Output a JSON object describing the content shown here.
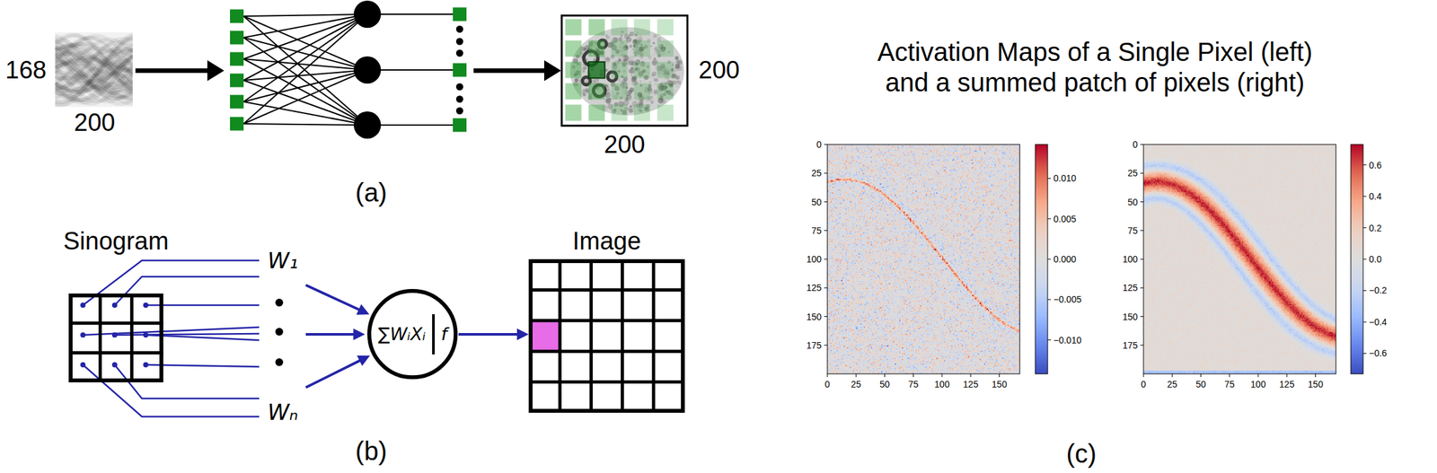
{
  "diagram": {
    "title": "Activation Maps of a Single Pixel (left) and a summed patch of pixels (right)",
    "nodes": [
      {
        "text": [
          "Sinogram"
        ]
      },
      {
        "text": [
          "∑WᵢXᵢ",
          "f"
        ]
      },
      {
        "text": [
          "Image"
        ]
      }
    ],
    "edges": [
      {
        "from": 1,
        "to": 2,
        "arrow": "to"
      }
    ],
    "labels": [
      "168",
      "200",
      "200",
      "200",
      "(a)",
      "W₁",
      "Wₙ",
      "(b)",
      "(c)",
      "0",
      "25",
      "50",
      "75",
      "100",
      "125",
      "150",
      "175",
      "0",
      "25",
      "50",
      "75",
      "100",
      "125",
      "150",
      "0.010",
      "0.005",
      "0.000",
      "−0.005",
      "−0.010",
      "0",
      "25",
      "50",
      "75",
      "100",
      "125",
      "150",
      "175",
      "0",
      "25",
      "50",
      "75",
      "100",
      "125",
      "150",
      "0.6",
      "0.4",
      "0.2",
      "0.0",
      "−0.2",
      "−0.4",
      "−0.6"
    ]
  }
}
